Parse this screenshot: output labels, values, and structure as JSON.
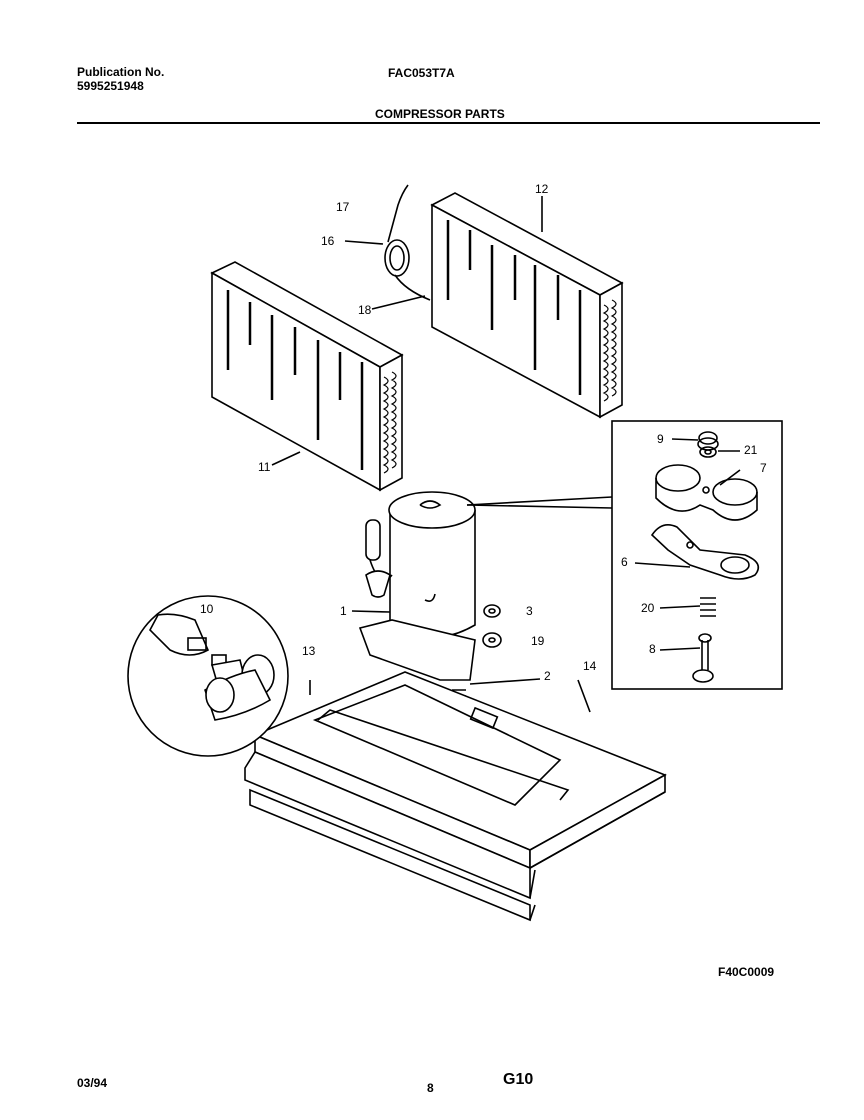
{
  "header": {
    "publication_label": "Publication No.",
    "publication_number": "5995251948",
    "model": "FAC053T7A",
    "section_title": "COMPRESSOR PARTS"
  },
  "callouts": {
    "c1": "1",
    "c2": "2",
    "c3": "3",
    "c6": "6",
    "c7": "7",
    "c8": "8",
    "c9": "9",
    "c10": "10",
    "c11": "11",
    "c12": "12",
    "c13": "13",
    "c14": "14",
    "c16": "16",
    "c17": "17",
    "c18": "18",
    "c19": "19",
    "c20": "20",
    "c21": "21"
  },
  "footer": {
    "date": "03/94",
    "page_number": "8",
    "grid_ref": "G10",
    "figure_code": "F40C0009"
  }
}
